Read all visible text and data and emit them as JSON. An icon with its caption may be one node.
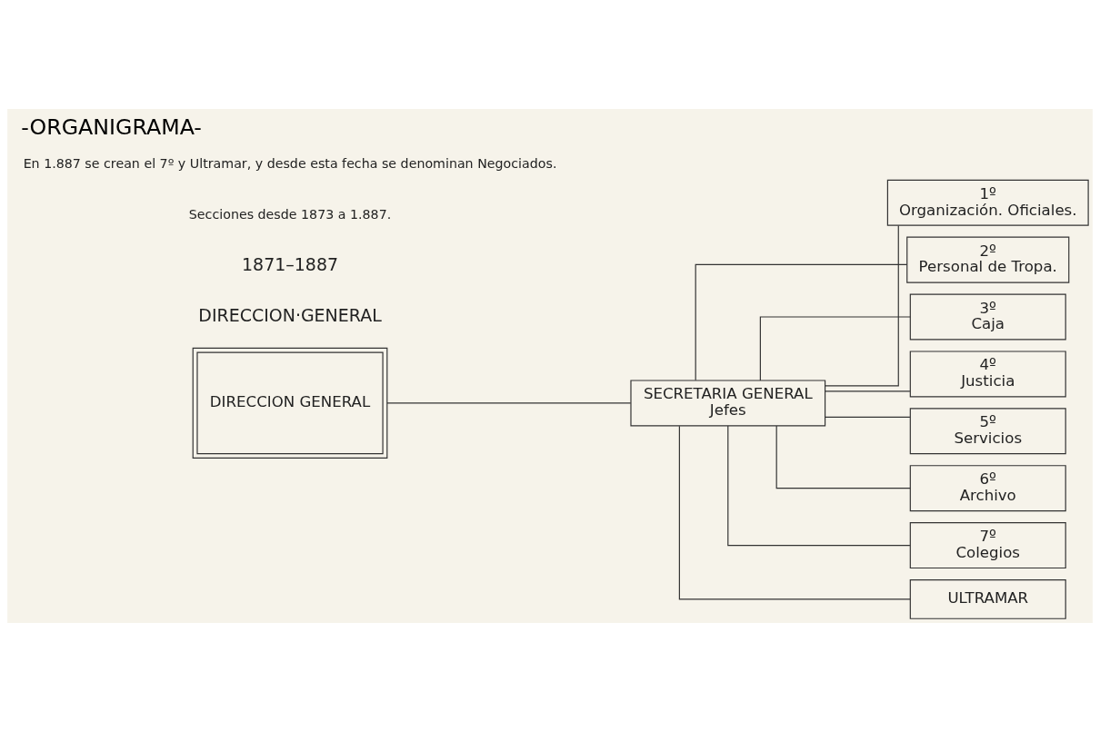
{
  "diagram": {
    "title": "-ORGANIGRAMA-",
    "nodes": [
      {
        "text": [
          "DIRECCION GENERAL"
        ]
      },
      {
        "text": [
          "SECRETARIA GENERAL",
          "Jefes"
        ]
      },
      {
        "text": [
          "1º",
          "Organización. Oficiales."
        ]
      },
      {
        "text": [
          "2º",
          "Personal de Tropa."
        ]
      },
      {
        "text": [
          "3º",
          "Caja"
        ]
      },
      {
        "text": [
          "4º",
          "Justicia"
        ]
      },
      {
        "text": [
          "5º",
          "Servicios"
        ]
      },
      {
        "text": [
          "6º",
          "Archivo"
        ]
      },
      {
        "text": [
          "7º",
          "Colegios"
        ]
      },
      {
        "text": [
          "ULTRAMAR"
        ]
      }
    ],
    "edges": [
      {
        "from": 0,
        "to": 1,
        "arrow": "none"
      },
      {
        "from": 1,
        "to": 2,
        "arrow": "none"
      },
      {
        "from": 1,
        "to": 3,
        "arrow": "none"
      },
      {
        "from": 1,
        "to": 4,
        "arrow": "none"
      },
      {
        "from": 1,
        "to": 5,
        "arrow": "none"
      },
      {
        "from": 1,
        "to": 6,
        "arrow": "none"
      },
      {
        "from": 1,
        "to": 7,
        "arrow": "none"
      },
      {
        "from": 1,
        "to": 8,
        "arrow": "none"
      },
      {
        "from": 1,
        "to": 9,
        "arrow": "none"
      }
    ],
    "labels": [
      "DIRECCION·GENERAL",
      "1871–1887",
      "Secciones desde 1873 a 1.887.",
      "En 1.887 se crean el 7º y Ultramar, y desde esta fecha se denominan Negociados."
    ]
  }
}
